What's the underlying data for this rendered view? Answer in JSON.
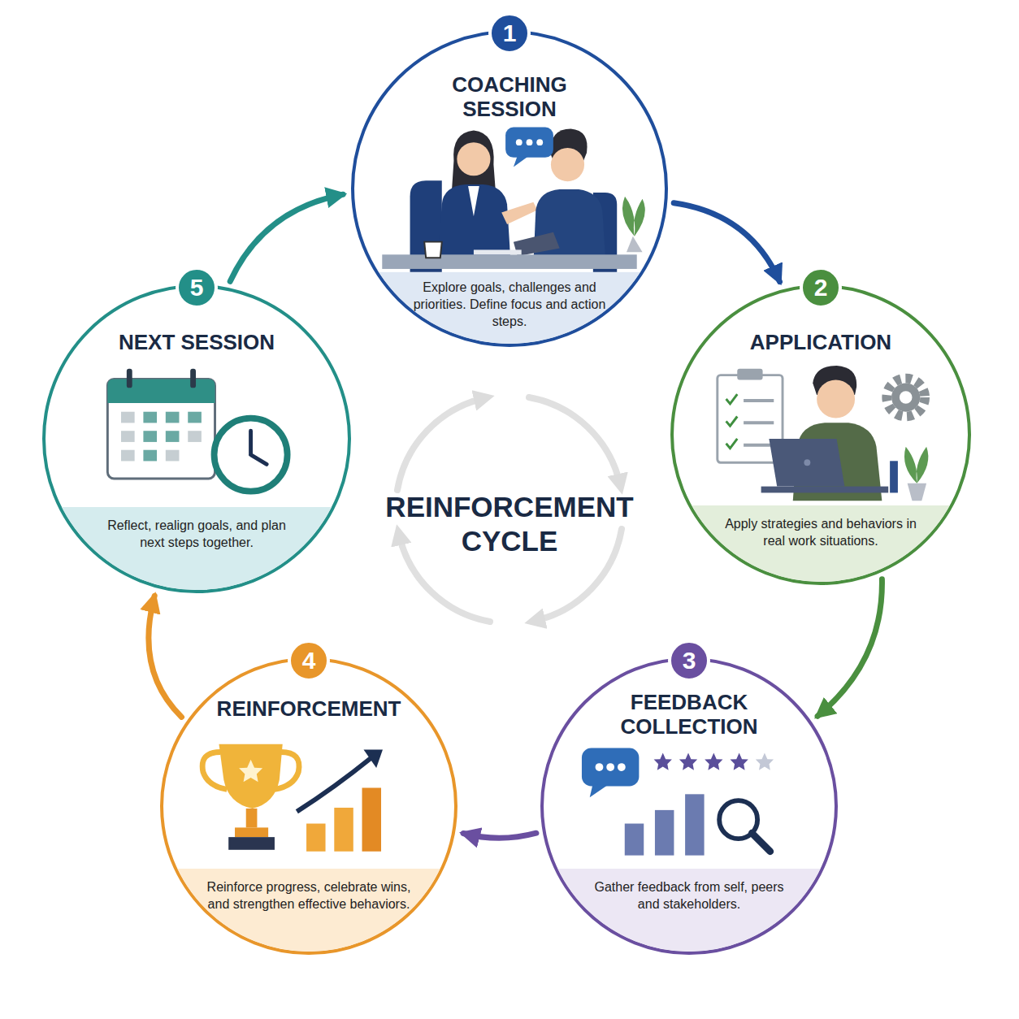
{
  "diagram": {
    "title": "REINFORCEMENT CYCLE",
    "nodes": [
      {
        "text": [
          "COACHING SESSION",
          "Explore goals, challenges and priorities. Define focus and action steps."
        ]
      },
      {
        "text": [
          "APPLICATION",
          "Apply strategies and behaviors in real work situations."
        ]
      },
      {
        "text": [
          "FEEDBACK COLLECTION",
          "Gather feedback from self, peers and stakeholders."
        ]
      },
      {
        "text": [
          "REINFORCEMENT",
          "Reinforce progress, celebrate wins, and strengthen effective behaviors."
        ]
      },
      {
        "text": [
          "NEXT SESSION",
          "Reflect, realign goals, and plan next steps together."
        ]
      }
    ],
    "edges": [
      {
        "from": 0,
        "to": 1,
        "arrow": "to"
      },
      {
        "from": 1,
        "to": 2,
        "arrow": "to"
      },
      {
        "from": 2,
        "to": 3,
        "arrow": "to"
      },
      {
        "from": 3,
        "to": 4,
        "arrow": "to"
      },
      {
        "from": 4,
        "to": 0,
        "arrow": "to"
      }
    ],
    "labels": [
      "1",
      "2",
      "3",
      "4",
      "5"
    ]
  }
}
